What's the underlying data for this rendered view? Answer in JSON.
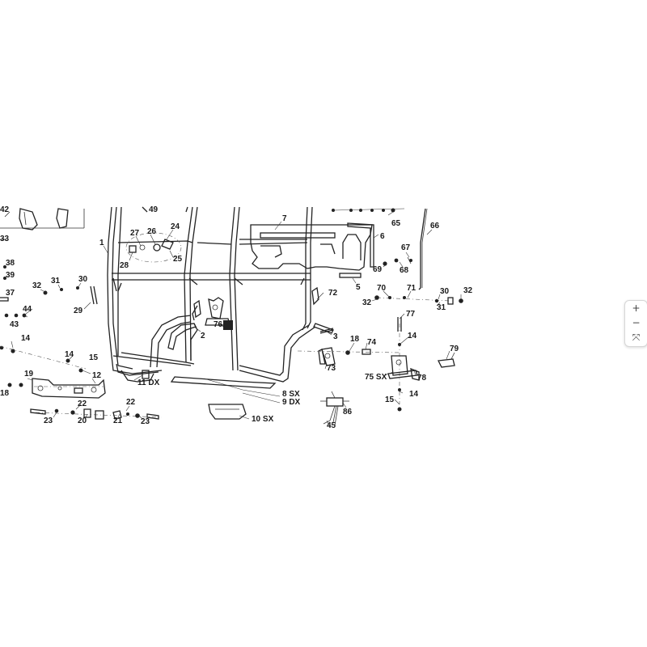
{
  "labels": {
    "p42": "42",
    "p49": "49",
    "p33": "33",
    "p1": "1",
    "p27": "27",
    "p26": "26",
    "p24": "24",
    "p28": "28",
    "p25": "25",
    "p7": "7",
    "p65": "65",
    "p66": "66",
    "p6": "6",
    "p67": "67",
    "p69": "69",
    "p68": "68",
    "p5": "5",
    "p38": "38",
    "p39": "39",
    "p37": "37",
    "p32a": "32",
    "p31a": "31",
    "p30a": "30",
    "p29": "29",
    "p44": "44",
    "p43": "43",
    "p72": "72",
    "p70": "70",
    "p71": "71",
    "p30b": "30",
    "p32b": "32",
    "p32c": "32",
    "p31b": "31",
    "p77": "77",
    "p76": "76",
    "p2": "2",
    "p3": "3",
    "p14a": "14",
    "p14b": "14",
    "p15a": "15",
    "p18a": "18",
    "p74": "74",
    "p14c": "14",
    "p79": "79",
    "p73": "73",
    "p75": "75 SX",
    "p78": "78",
    "p19": "19",
    "p12": "12",
    "p11": "11 DX",
    "p18b": "18",
    "p22a": "22",
    "p22b": "22",
    "p8": "8 SX",
    "p9": "9 DX",
    "p15b": "15",
    "p14d": "14",
    "p86": "86",
    "p23a": "23",
    "p20": "20",
    "p21": "21",
    "p23b": "23",
    "p10": "10 SX",
    "p45": "45"
  },
  "zoom": {
    "in": "+",
    "out": "−",
    "fit": "⤧"
  }
}
